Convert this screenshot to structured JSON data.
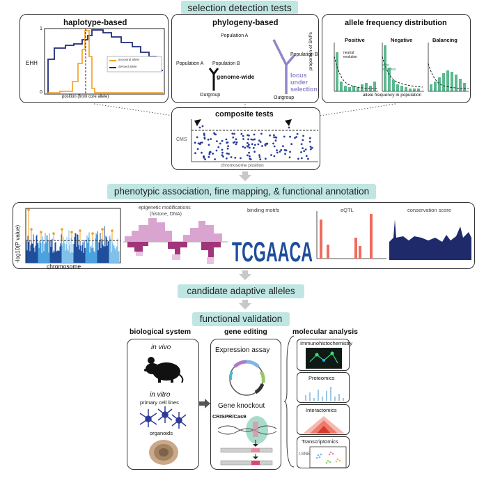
{
  "banners": {
    "selection": "selection detection tests",
    "phenotypic": "phenotypic association, fine mapping, & functional annotation",
    "candidate": "candidate adaptive alleles",
    "validation": "functional validation"
  },
  "haplotype": {
    "title": "haplotype-based",
    "ylabel": "EHH",
    "y_top": "1",
    "y_bottom": "0",
    "xlabel": "position (from core allele)",
    "legend": [
      "ancestral allele",
      "derived allele"
    ]
  },
  "phylogeny": {
    "title": "phylogeny-based",
    "popA_left": "Population A",
    "popB_left": "Population B",
    "outgroup_left": "Outgroup",
    "genome_wide": "genome-wide",
    "popA_right": "Population A",
    "popB_right": "Population B",
    "outgroup_right": "Outgroup",
    "locus": "locus under selection"
  },
  "afd": {
    "title": "allele frequency distribution",
    "ylabel": "proportion of SNPs",
    "xlabel": "allele frequency in population",
    "panels": [
      "Positive",
      "Negative",
      "Balancing"
    ],
    "neutral": "neutral evolution",
    "after": "after selection"
  },
  "composite": {
    "title": "composite tests",
    "ylabel": "CMS",
    "xlabel": "chromosome position"
  },
  "annotation": {
    "ylabel": "-log10(P value)",
    "xlabel": "chromosome",
    "epigenetic": "epigenetic modifications",
    "epigenetic_sub": "(histone, DNA)",
    "binding": "binding motifs",
    "motif": "TCGAACA",
    "eqtl": "eQTL",
    "conservation": "conservation score"
  },
  "validation": {
    "bio_title": "biological system",
    "in_vivo": "in vivo",
    "in_vitro": "in vitro",
    "primary": "primary cell lines",
    "organoids": "organoids",
    "gene_title": "gene editing",
    "expression": "Expression assay",
    "knockout": "Gene knockout",
    "crispr": "CRISPR/Cas9",
    "mol_title": "molecular analysis",
    "panels": [
      "Immunohistochemistry",
      "Proteomics",
      "Interactomics",
      "Transcriptomics"
    ],
    "tsne": "t-SNE"
  },
  "colors": {
    "banner": "#bfe6e3",
    "navy": "#1f2a7a",
    "orange": "#f39c1f",
    "purple": "#8e88c8",
    "green": "#5bb98f",
    "magenta": "#a0367a",
    "salmon": "#f06b5e"
  }
}
